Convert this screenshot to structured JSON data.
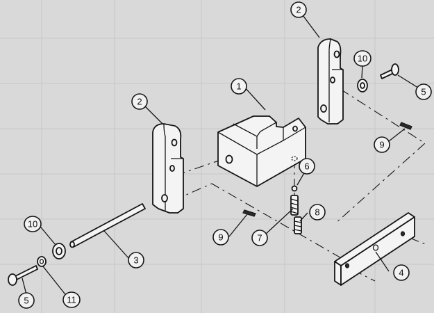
{
  "callouts": {
    "c1": "1",
    "c2a": "2",
    "c2b": "2",
    "c3": "3",
    "c4": "4",
    "c5a": "5",
    "c5b": "5",
    "c6": "6",
    "c7": "7",
    "c8": "8",
    "c9a": "9",
    "c9b": "9",
    "c10a": "10",
    "c10b": "10",
    "c11": "11"
  }
}
